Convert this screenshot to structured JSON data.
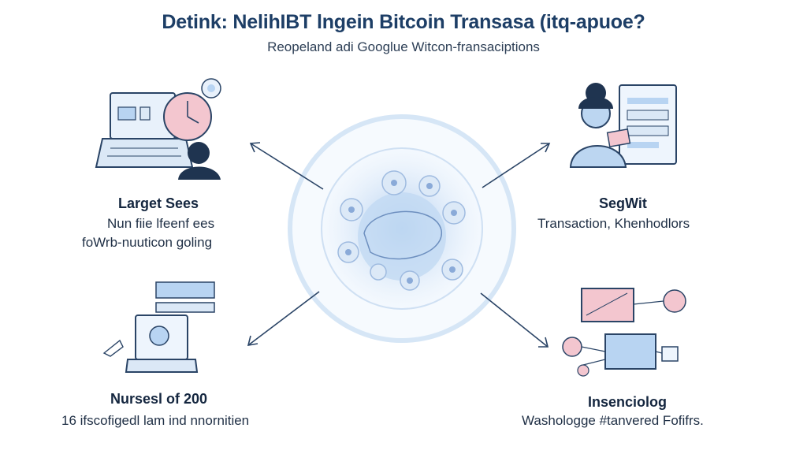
{
  "header": {
    "title": "Detink: NelihIBT lngein Bitcoin Transasa (itq-apuoe?",
    "subtitle": "Reopeland adi Googlue Witcon-fransaciptions"
  },
  "panels": {
    "top_left": {
      "heading": "Larget Sees",
      "line1": "Nun fiie lfeenf ees",
      "line2": "foWrb-nuuticon goling"
    },
    "top_right": {
      "heading": "SegWit",
      "line1": "Transaction, Khenhodlors"
    },
    "bottom_left": {
      "heading": "Nursesl of 200",
      "line1": "16 ifscofigedl lam ind nnornitien"
    },
    "bottom_right": {
      "heading": "Insenciolog",
      "line1": "Washologge #tanvered Fofifrs."
    }
  },
  "colors": {
    "primary": "#1d3e66",
    "accent_blue": "#b8d4f2",
    "accent_pink": "#f3c6cf",
    "line": "#2a4466"
  },
  "icons": [
    "laptop-icon",
    "person-icon",
    "clock-icon",
    "document-icon",
    "woman-icon",
    "tablet-icon",
    "network-nodes-icon",
    "central-network-icon"
  ]
}
